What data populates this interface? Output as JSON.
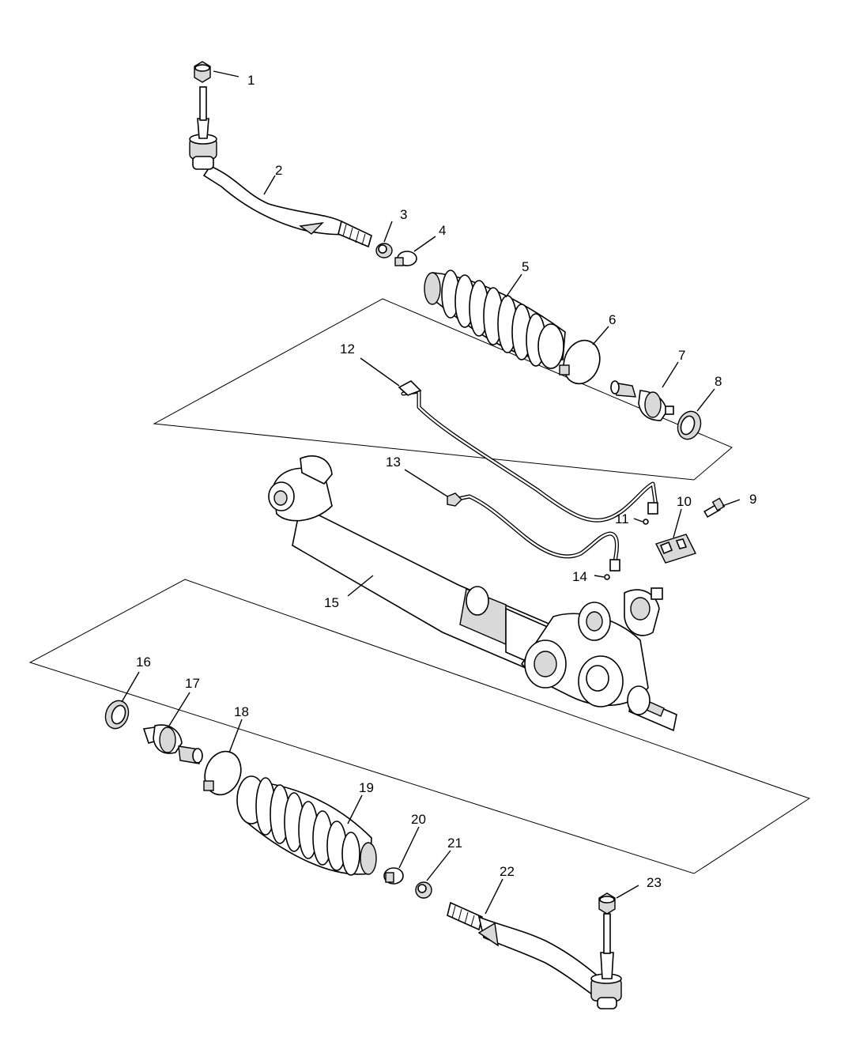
{
  "callouts": [
    "1",
    "2",
    "3",
    "4",
    "5",
    "6",
    "7",
    "8",
    "9",
    "10",
    "11",
    "12",
    "13",
    "14",
    "15",
    "16",
    "17",
    "18",
    "19",
    "20",
    "21",
    "22",
    "23"
  ]
}
